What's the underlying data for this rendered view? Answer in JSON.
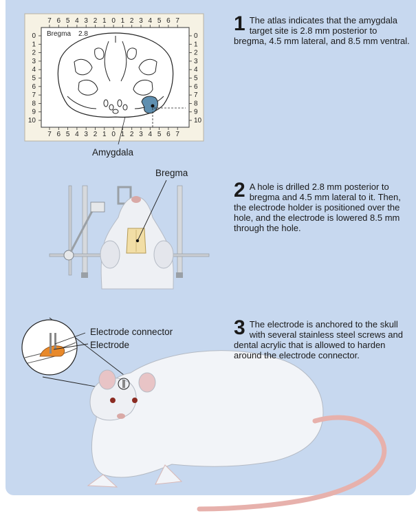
{
  "atlas": {
    "top_scale": [
      "7",
      "6",
      "5",
      "4",
      "3",
      "2",
      "1",
      "0",
      "1",
      "2",
      "3",
      "4",
      "5",
      "6",
      "7"
    ],
    "bottom_scale": [
      "7",
      "6",
      "5",
      "4",
      "3",
      "2",
      "1",
      "0",
      "1",
      "2",
      "3",
      "4",
      "5",
      "6",
      "7"
    ],
    "side_scale": [
      "0",
      "1",
      "2",
      "3",
      "4",
      "5",
      "6",
      "7",
      "8",
      "9",
      "10"
    ],
    "bregma_label": "Bregma",
    "bregma_value": "2.8",
    "amygdala_label": "Amygdala"
  },
  "bregma_label": "Bregma",
  "connector_label": "Electrode connector",
  "electrode_label": "Electrode",
  "steps": [
    {
      "number": "1",
      "text": "The atlas indicates that the amygdala target site is 2.8 mm posterior to bregma, 4.5 mm lateral, and 8.5 mm ventral."
    },
    {
      "number": "2",
      "text": "A hole is drilled 2.8 mm posterior to bregma and 4.5 mm lateral to it. Then, the electrode holder is positioned over the hole, and the electrode is lowered 8.5 mm through the hole."
    },
    {
      "number": "3",
      "text": "The electrode is anchored to the skull with several stainless steel screws and dental acrylic that is allowed to harden around the electrode connector."
    }
  ],
  "colors": {
    "background": "#c7d8ef",
    "amygdala": "#5f8fb0",
    "acrylic": "#e8892a"
  }
}
